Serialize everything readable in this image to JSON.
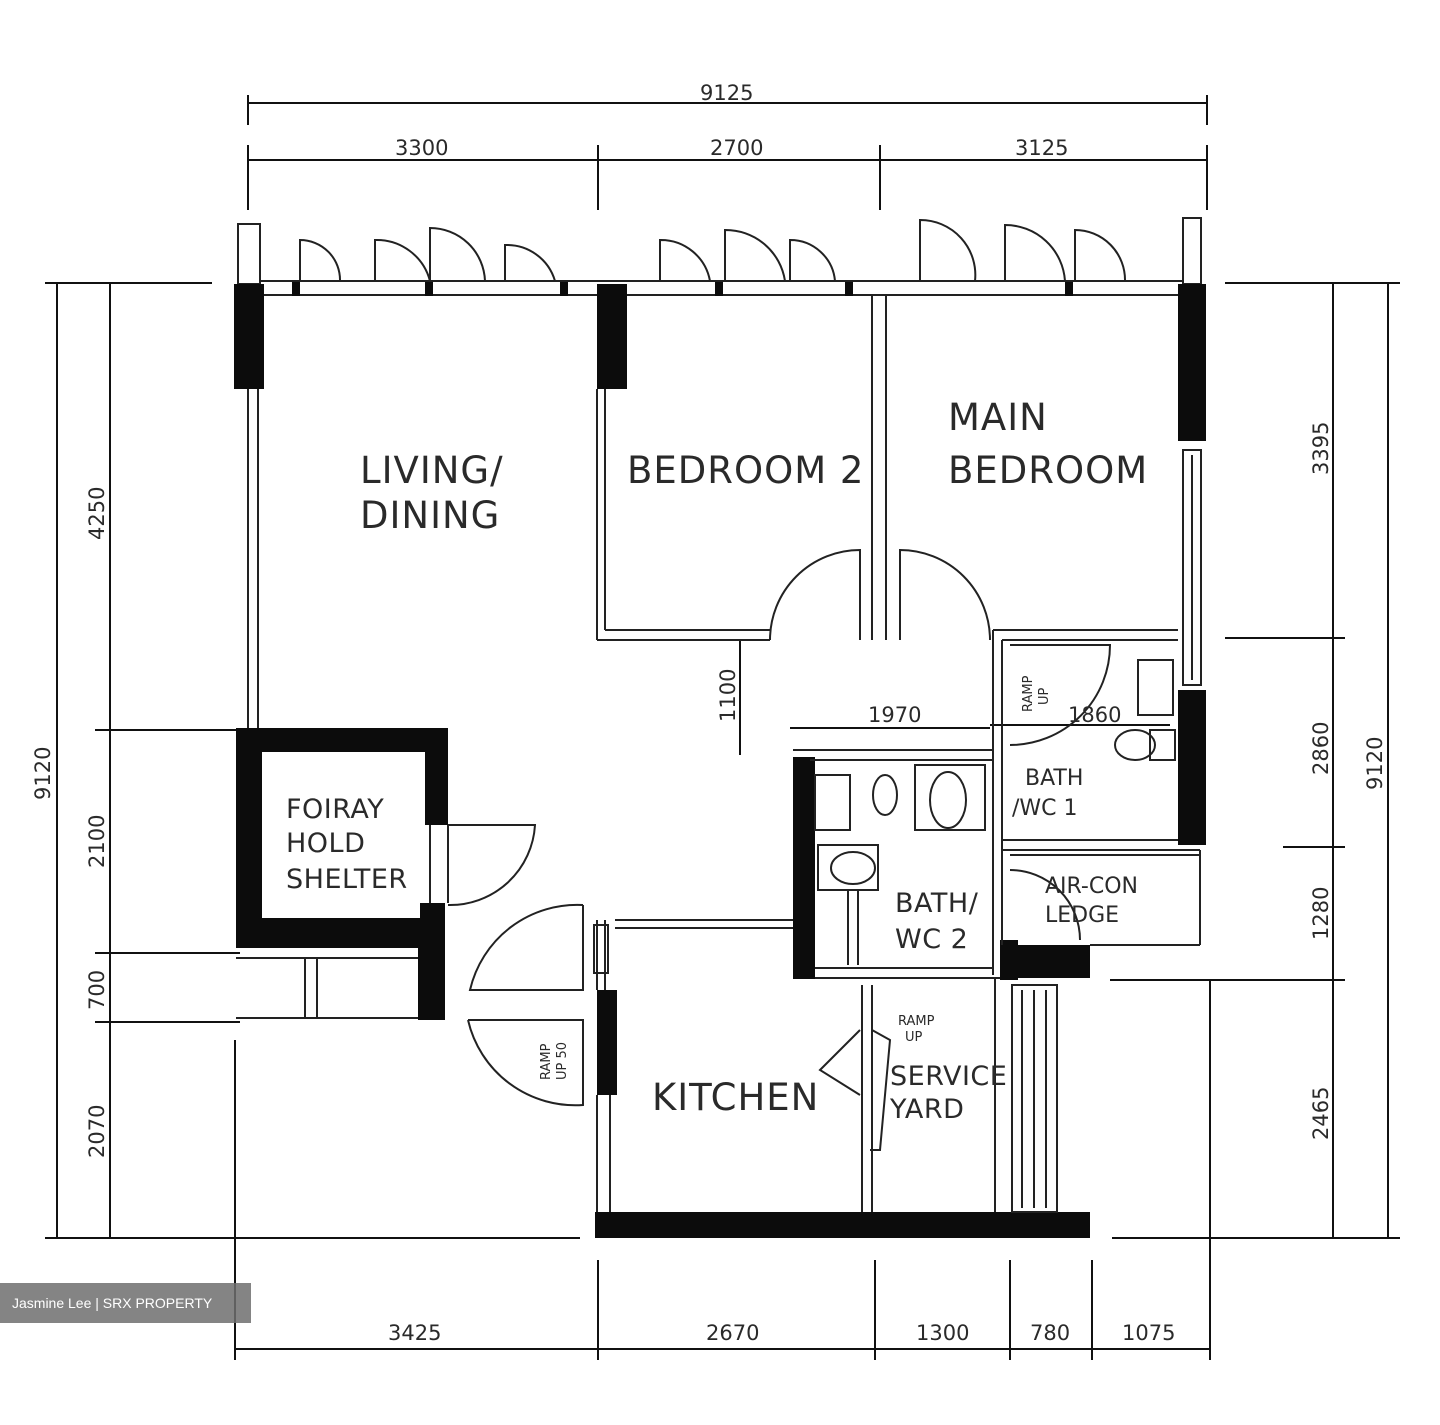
{
  "rooms": {
    "living_1": "LIVING/",
    "living_2": "DINING",
    "bedroom2": "BEDROOM 2",
    "main_1": "MAIN",
    "main_2": "BEDROOM",
    "shelter_1": "FOIRAY",
    "shelter_2": "HOLD",
    "shelter_3": "SHELTER",
    "bath2_1": "BATH/",
    "bath2_2": "WC 2",
    "bath1_1": "BATH",
    "bath1_2": "/WC 1",
    "aircon_1": "AIR-CON",
    "aircon_2": "LEDGE",
    "kitchen": "KITCHEN",
    "service_1": "SERVICE",
    "service_2": "YARD"
  },
  "notes": {
    "ramp_a_1": "RAMP",
    "ramp_a_2": "UP",
    "ramp_b_1": "RAMP",
    "ramp_b_2": "UP 50",
    "ramp_c_1": "RAMP",
    "ramp_c_2": "UP"
  },
  "dimensions": {
    "top_total": "9125",
    "top_1": "3300",
    "top_2": "2700",
    "top_3": "3125",
    "bottom_1": "3425",
    "bottom_2": "2670",
    "bottom_3": "1300",
    "bottom_4": "780",
    "bottom_5": "1075",
    "left_total": "9120",
    "left_1": "4250",
    "left_2": "2100",
    "left_3": "700",
    "left_4": "2070",
    "right_total": "9120",
    "right_1": "3395",
    "right_2": "2860",
    "right_3": "1280",
    "right_4": "2465",
    "inner_corridor": "1100",
    "inner_bath2": "1970",
    "inner_bath1": "1860"
  },
  "watermark": "Jasmine Lee | SRX PROPERTY"
}
